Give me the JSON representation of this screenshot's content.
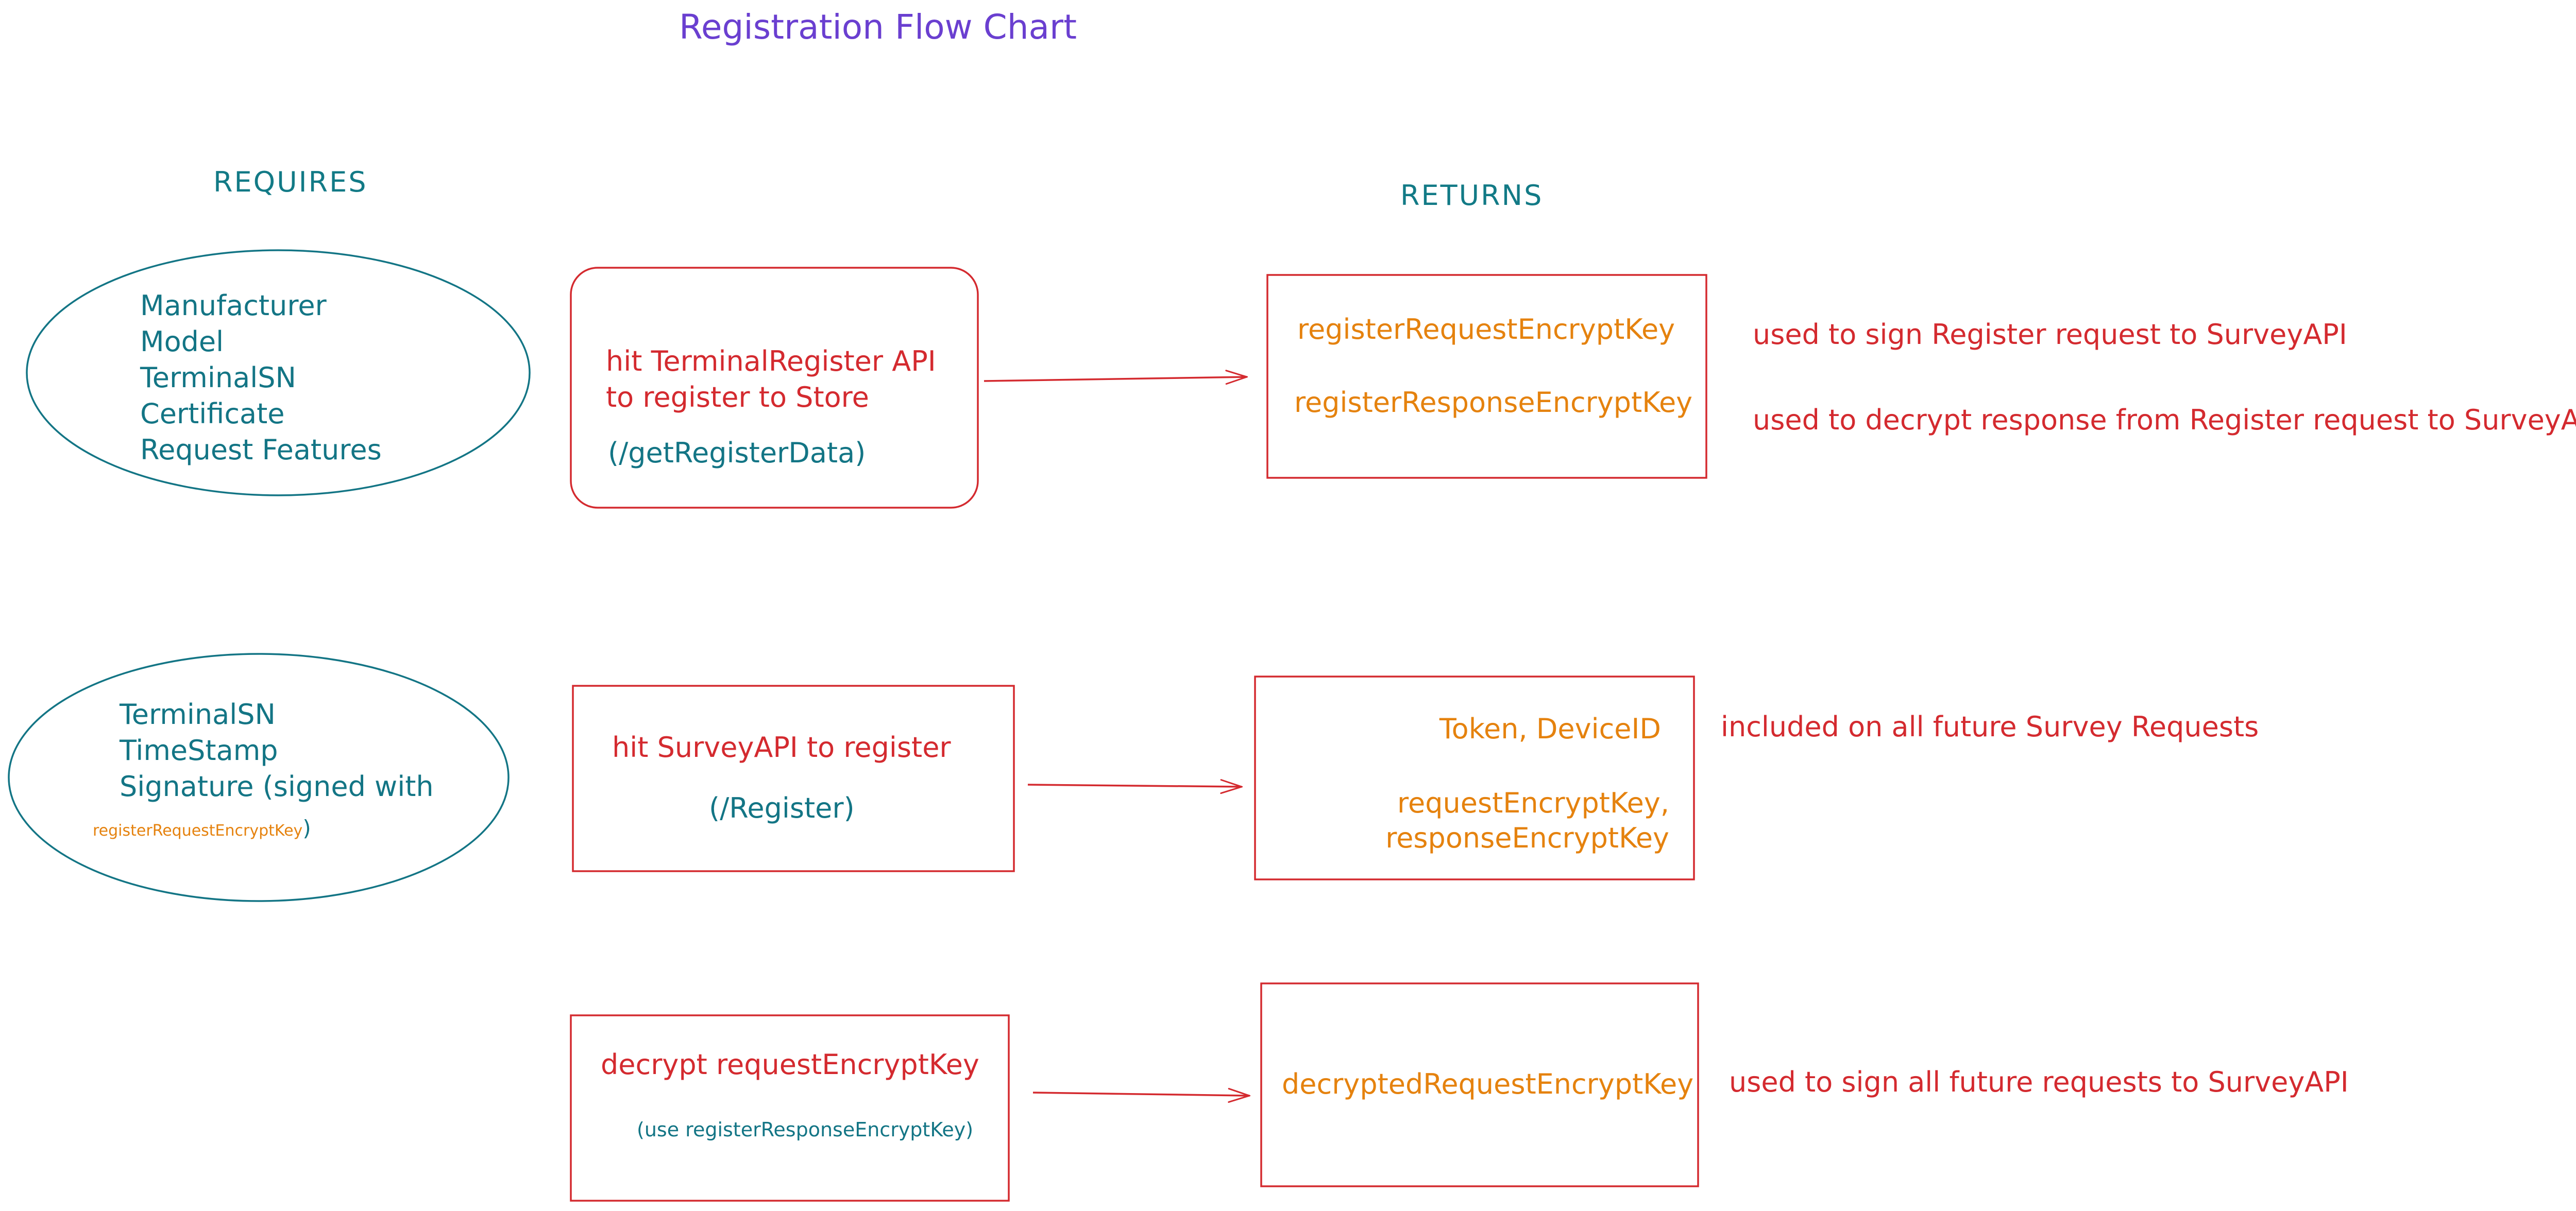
{
  "title": "Registration Flow Chart",
  "column_headers": {
    "requires": "REQUIRES",
    "returns": "RETURNS"
  },
  "row1": {
    "requires": [
      "Manufacturer",
      "Model",
      "TerminalSN",
      "Certificate",
      "Request Features"
    ],
    "action": {
      "line1": "hit TerminalRegister API",
      "line2": "to register to Store",
      "endpoint": "(/getRegisterData)"
    },
    "returns": [
      "registerRequestEncryptKey",
      "registerResponseEncryptKey"
    ],
    "notes": [
      "used to sign Register request to SurveyAPI",
      "used to decrypt response from Register request to SurveyAPI"
    ]
  },
  "row2": {
    "requires": {
      "line1": "TerminalSN",
      "line2": "TimeStamp",
      "line3": "Signature (signed with",
      "key": "registerRequestEncryptKey",
      "close": ")"
    },
    "action": {
      "line1": "hit SurveyAPI to register",
      "endpoint": "(/Register)"
    },
    "returns": {
      "line1": "Token, DeviceID",
      "line2": "requestEncryptKey,",
      "line3": "responseEncryptKey"
    },
    "note": "included on all future Survey Requests"
  },
  "row3": {
    "action": {
      "line1": "decrypt requestEncryptKey",
      "hint": "(use registerResponseEncryptKey)"
    },
    "returns": "decryptedRequestEncryptKey",
    "note": "used to sign all future requests to SurveyAPI"
  },
  "colors": {
    "title": "#6a3fd0",
    "teal": "#137585",
    "red": "#d42a2f",
    "orange": "#e5820e"
  }
}
